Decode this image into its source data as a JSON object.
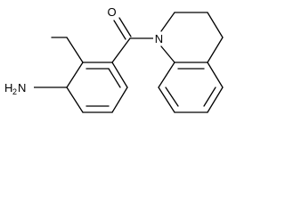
{
  "molecule": {
    "atoms": {
      "oxygen": "O",
      "nitrogen": "N",
      "amine_h": "H",
      "amine_sub": "2",
      "amine_n": "N"
    }
  }
}
